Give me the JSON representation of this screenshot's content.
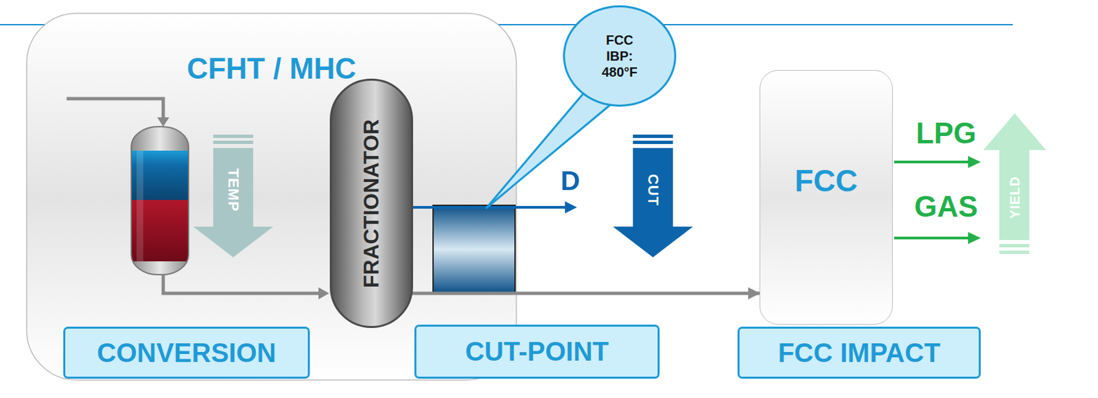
{
  "diagram": {
    "nodes": [
      {
        "text": [
          "CFHT / MHC"
        ]
      },
      {
        "text": [
          "FRACTIONATOR"
        ],
        "in": 0
      },
      {
        "text": [
          "FCC IBP: 480°F"
        ]
      },
      {
        "text": [
          "FCC"
        ]
      },
      {
        "text": [
          "CONVERSION"
        ]
      },
      {
        "text": [
          "CUT-POINT"
        ]
      },
      {
        "text": [
          "FCC IMPACT"
        ]
      }
    ],
    "edges": [
      {
        "from": 1,
        "to": 3,
        "arrow": "to"
      }
    ],
    "labels": [
      "TEMP",
      "D",
      "CUT",
      "LPG",
      "GAS",
      "YIELD"
    ]
  }
}
